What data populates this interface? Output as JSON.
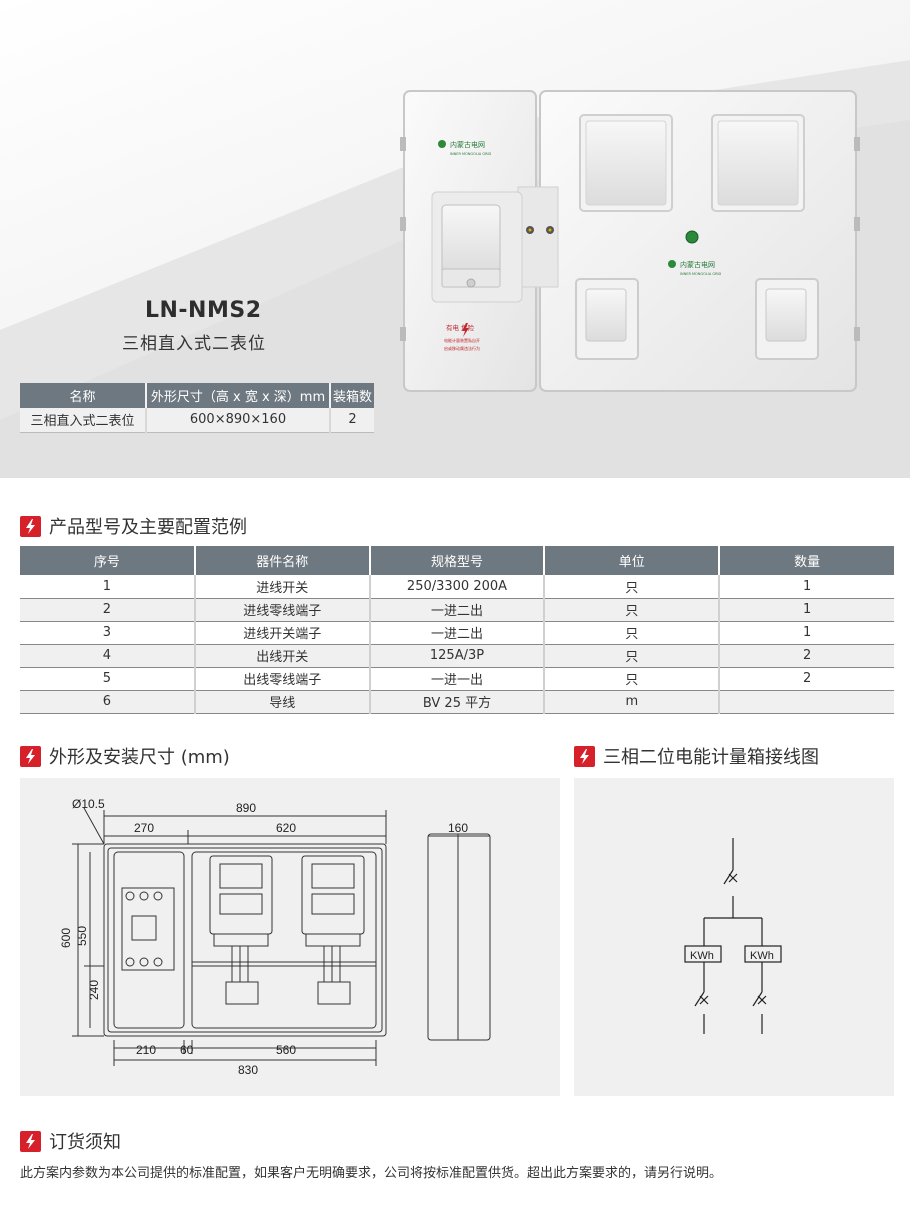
{
  "product": {
    "model": "LN-NMS2",
    "subtitle": "三相直入式二表位",
    "logo_text": "内蒙古电网",
    "logo_text_en": "INNER MONGOLIA GRID",
    "warning": "有电 危险",
    "warning_note_1": "电能计量装置私自开",
    "warning_note_2": "启或移动属违法行为"
  },
  "spec_table": {
    "headers": [
      "名称",
      "外形尺寸（高 x 宽 x 深）mm",
      "装箱数"
    ],
    "row": [
      "三相直入式二表位",
      "600×890×160",
      "2"
    ]
  },
  "section_config": {
    "title": "产品型号及主要配置范例"
  },
  "config_table": {
    "headers": [
      "序号",
      "器件名称",
      "规格型号",
      "单位",
      "数量"
    ],
    "rows": [
      [
        "1",
        "进线开关",
        "250/3300 200A",
        "只",
        "1"
      ],
      [
        "2",
        "进线零线端子",
        "一进二出",
        "只",
        "1"
      ],
      [
        "3",
        "进线开关端子",
        "一进二出",
        "只",
        "1"
      ],
      [
        "4",
        "出线开关",
        "125A/3P",
        "只",
        "2"
      ],
      [
        "5",
        "出线零线端子",
        "一进一出",
        "只",
        "2"
      ],
      [
        "6",
        "导线",
        "BV 25 平方",
        "m",
        ""
      ]
    ]
  },
  "section_dims": {
    "title": "外形及安装尺寸 (mm)"
  },
  "section_wiring": {
    "title": "三相二位电能计量箱接线图"
  },
  "dimensions": {
    "hole": "Ø10.5",
    "overall_width": "890",
    "left_width": "270",
    "right_width": "620",
    "depth": "160",
    "height": "600",
    "inner_height": "550",
    "lower_height": "240",
    "bottom_left": "210",
    "bottom_gap": "60",
    "bottom_right": "560",
    "bottom_total": "830"
  },
  "wiring": {
    "meter_label_1": "KWh",
    "meter_label_2": "KWh"
  },
  "section_order": {
    "title": "订货须知"
  },
  "order_note": "此方案内参数为本公司提供的标准配置，如果客户无明确要求，公司将按标准配置供货。超出此方案要求的，请另行说明。",
  "colors": {
    "accent": "#d6202a",
    "table_header": "#6e7880",
    "panel_bg": "#f0f0f0"
  },
  "icons": {
    "section": "lightning-icon"
  }
}
